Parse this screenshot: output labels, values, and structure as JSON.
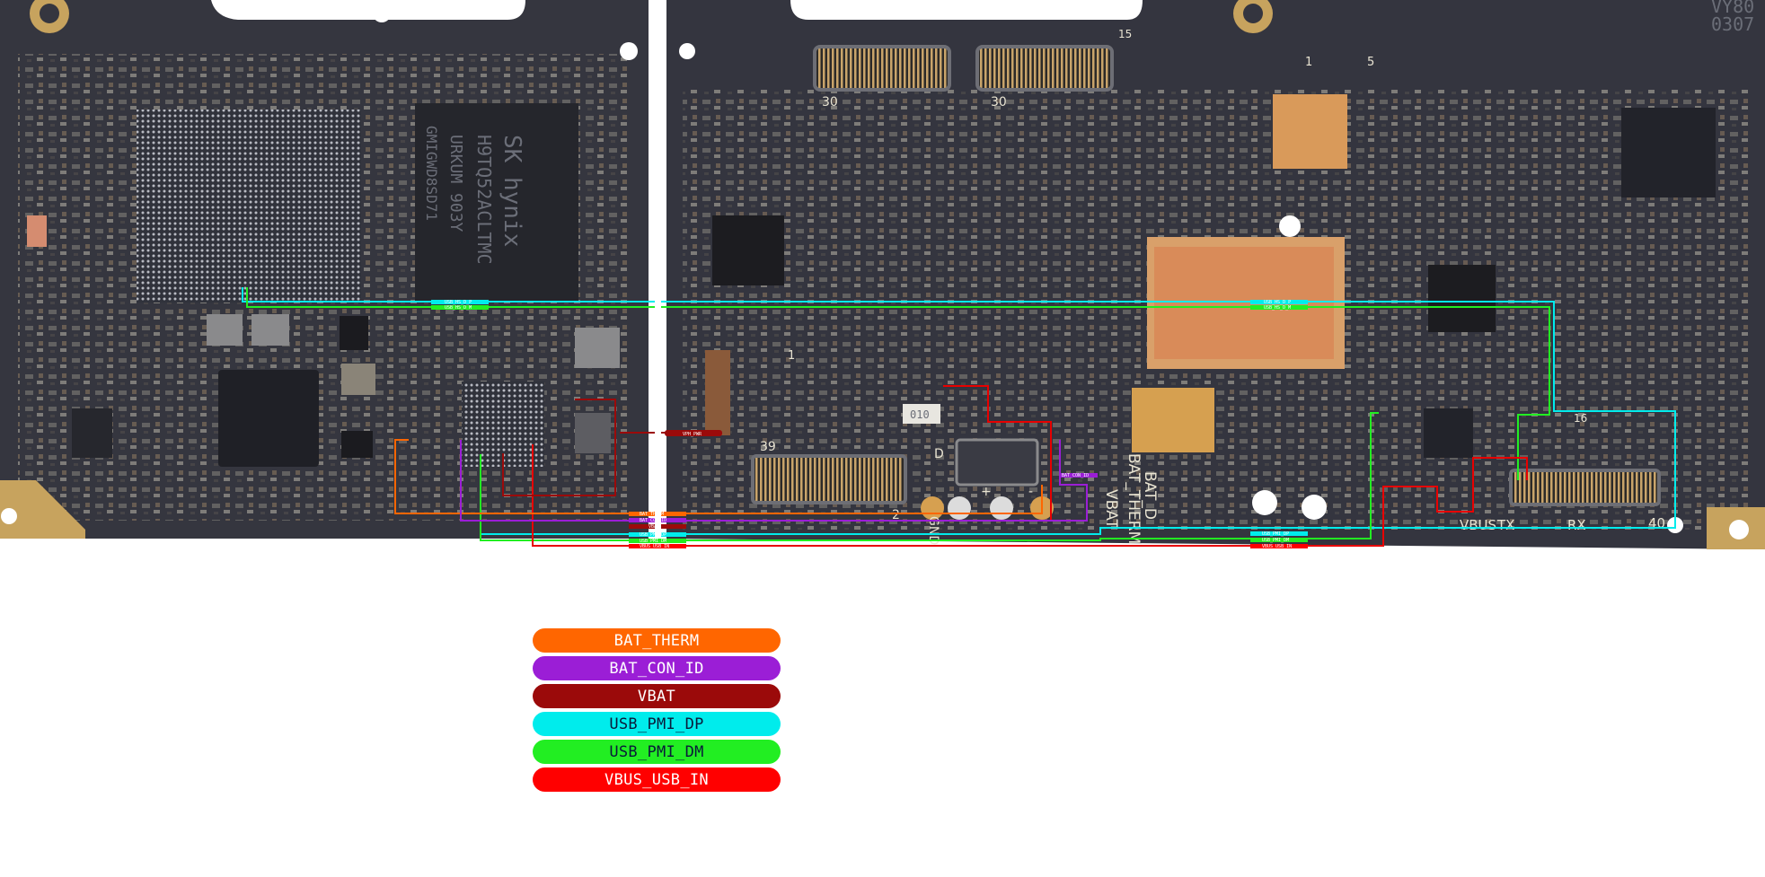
{
  "legend": [
    {
      "label": "BAT_THERM",
      "color": "#ff6600",
      "text_color": "#ffffff"
    },
    {
      "label": "BAT_CON_ID",
      "color": "#9b1ed6",
      "text_color": "#ffffff"
    },
    {
      "label": "VBAT",
      "color": "#9b0a0a",
      "text_color": "#ffffff"
    },
    {
      "label": "USB_PMI_DP",
      "color": "#00ecec",
      "text_color": "#0a1a3a"
    },
    {
      "label": "USB_PMI_DM",
      "color": "#22ee22",
      "text_color": "#0a1a3a"
    },
    {
      "label": "VBUS_USB_IN",
      "color": "#ff0000",
      "text_color": "#ffffff"
    }
  ],
  "chips": {
    "memory_brand": "SK hynix",
    "memory_part": "H9TQ52ACLTMC",
    "memory_code": "URKUM 903Y",
    "memory_extra": "GMIGWD8SD71",
    "module_code": "VY80",
    "module_date": "0307",
    "small_part": "010"
  },
  "silkscreen": {
    "bat_therm": "BAT_THERM",
    "vbat": "VBAT",
    "bat_d": "BAT_D",
    "plus": "+",
    "minus": "-",
    "gnd": "GND",
    "d": "D",
    "vbus": "VBUS",
    "tx": "TX",
    "rx": "RX",
    "n30a": "30",
    "n30b": "30",
    "n15": "15",
    "n1a": "1",
    "n1b": "1",
    "n5": "5",
    "n39": "39",
    "n2": "2",
    "n40": "40",
    "n16": "16"
  },
  "tags": {
    "dp_top_left": "USB_HS_D_P",
    "dm_top_left": "USB_HS_D_M",
    "dp_top_right": "USB_HS_D_P",
    "dm_top_right": "USB_HS_D_M",
    "therm_bottom": "BAT_THERM",
    "con_id_bottom": "BAT_CON_ID",
    "vbat_bottom": "VBAT",
    "dp_bottom": "USB_PMI_DP",
    "dm_bottom": "USB_PMI_DM",
    "vbus_bottom": "VBUS_USB_IN",
    "dp_bottom_right": "USB_PMI_DP",
    "dm_bottom_right": "USB_PMI_DM",
    "vbus_bottom_right": "VBUS_USB_IN",
    "vph_pwr": "VPH_PWR",
    "con_id_side": "BAT_CON_ID"
  }
}
